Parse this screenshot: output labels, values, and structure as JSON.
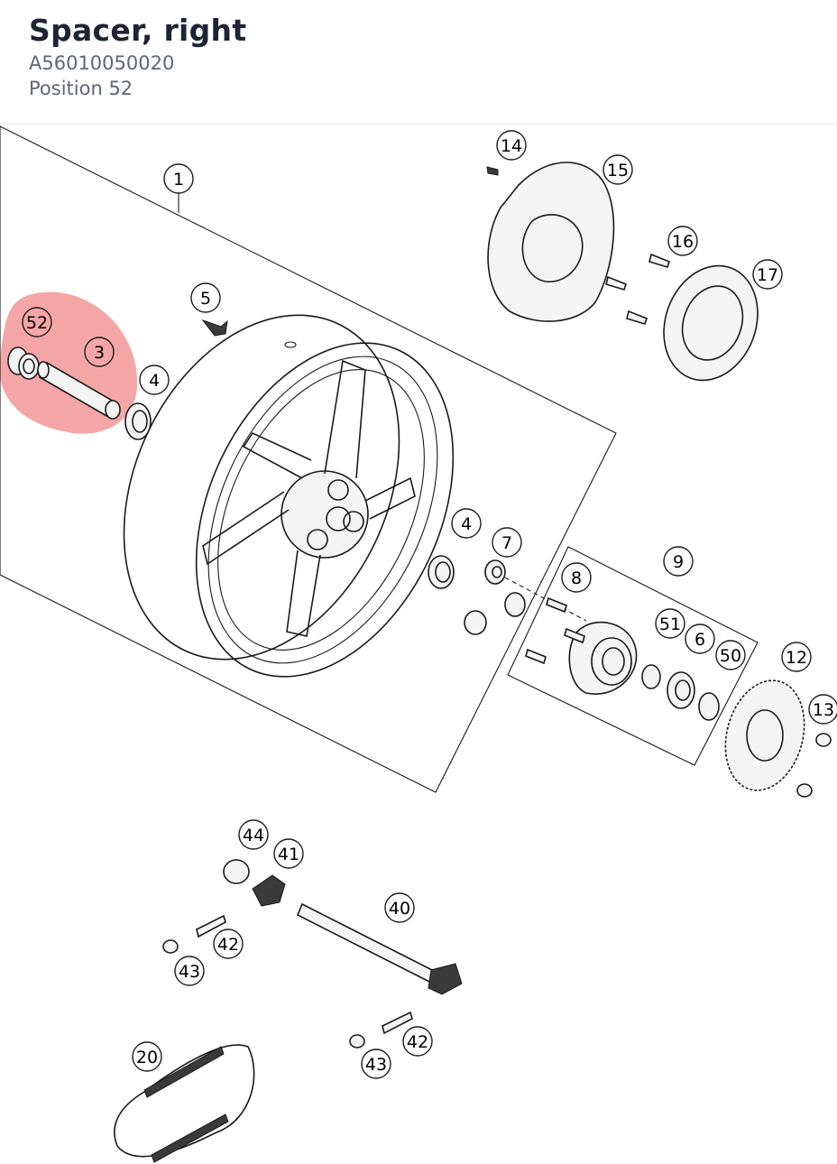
{
  "header": {
    "title": "Spacer, right",
    "part_number": "A56010050020",
    "position": "Position 52"
  },
  "diagram": {
    "highlight_color": "#f08080",
    "callouts": [
      "1",
      "3",
      "4",
      "4",
      "5",
      "6",
      "7",
      "8",
      "9",
      "12",
      "13",
      "14",
      "15",
      "16",
      "17",
      "20",
      "40",
      "41",
      "42",
      "42",
      "43",
      "43",
      "44",
      "50",
      "51",
      "52"
    ]
  }
}
